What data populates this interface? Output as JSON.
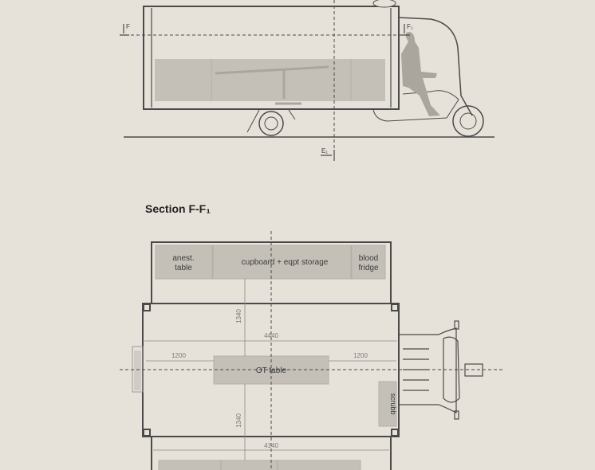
{
  "elevation": {
    "section_marks": {
      "left": "F",
      "right": "F₁",
      "bottom": "E₁"
    }
  },
  "plan": {
    "title": "Section F-F₁",
    "top_cabinets": [
      {
        "label_line1": "anest.",
        "label_line2": "table"
      },
      {
        "label_line1": "cupboard + eqpt storage",
        "label_line2": ""
      },
      {
        "label_line1": "blood",
        "label_line2": "fridge"
      }
    ],
    "ot_table": "OT table",
    "scrubb": "scrubb",
    "dimensions": {
      "top_length": "4440",
      "bottom_length": "4140",
      "left_gap": "1200",
      "right_gap": "1200",
      "upper_clearance": "1340",
      "lower_clearance": "1340"
    }
  },
  "colors": {
    "background": "#e7e2d9",
    "line": "#4a4a4a",
    "fill": "#c4c0b8"
  }
}
